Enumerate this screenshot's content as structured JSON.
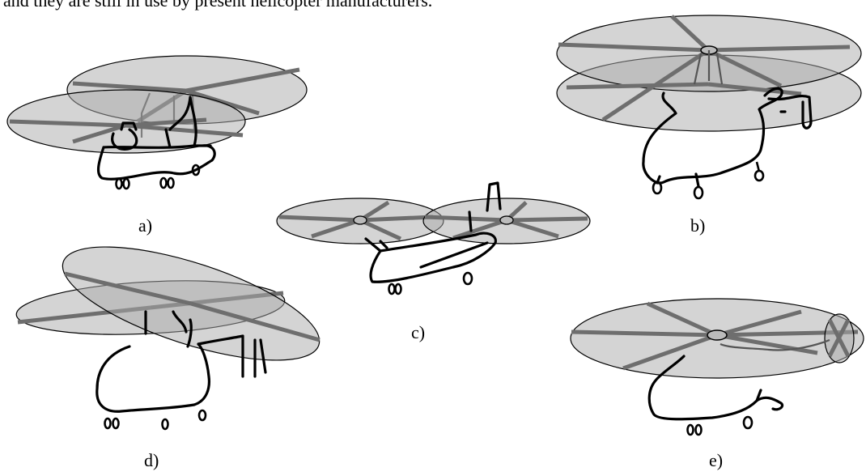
{
  "text": {
    "top_line": "and they are still in use by present helicopter manufacturers."
  },
  "captions": {
    "a": "a)",
    "b": "b)",
    "c": "c)",
    "d": "d)",
    "e": "e)"
  }
}
